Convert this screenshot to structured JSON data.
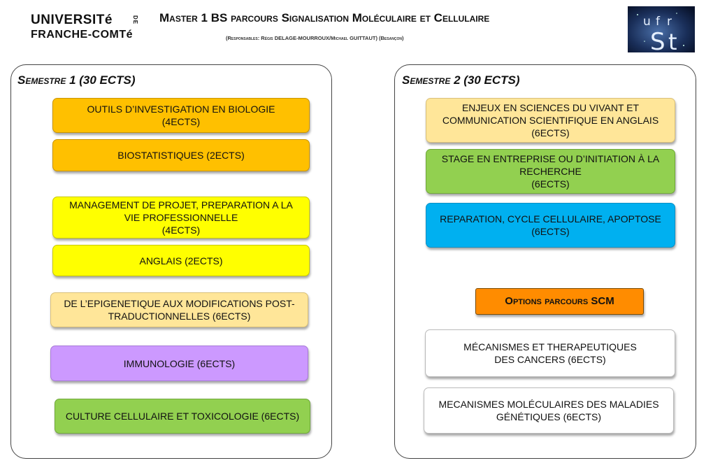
{
  "header": {
    "logo_line1": "UNIVERSITé",
    "logo_de": "DE",
    "logo_line2": "FRANCHE-COMTé",
    "title": "Master 1 BS parcours Signalisation Moléculaire et Cellulaire",
    "subtitle": "(Responsables: Régis DELAGE-MOURROUX/Michael GUITTAUT) (Besançon)",
    "ufr_logo_text": "ufrSt"
  },
  "semester1": {
    "title": "Semestre 1 (30 ECTS)",
    "courses": [
      {
        "lines": [
          "OUTILS D’INVESTIGATION EN BIOLOGIE",
          "(4ECTS)"
        ],
        "color": "#ffc000"
      },
      {
        "lines": [
          "BIOSTATISTIQUES (2ECTS)"
        ],
        "color": "#ffc000"
      },
      {
        "lines": [
          "MANAGEMENT DE PROJET, PREPARATION A LA",
          "VIE PROFESSIONNELLE",
          "(4ECTS)"
        ],
        "color": "#ffff00"
      },
      {
        "lines": [
          "ANGLAIS (2ECTS)"
        ],
        "color": "#ffff00"
      },
      {
        "lines": [
          "DE L’EPIGENETIQUE AUX MODIFICATIONS POST-",
          "TRADUCTIONNELLES (6ECTS)"
        ],
        "color": "#ffe699"
      },
      {
        "lines": [
          "IMMUNOLOGIE (6ECTS)"
        ],
        "color": "#cc99ff"
      },
      {
        "lines": [
          "CULTURE CELLULAIRE ET TOXICOLOGIE (6ECTS)"
        ],
        "color": "#92d050"
      }
    ]
  },
  "semester2": {
    "title": "Semestre 2 (30 ECTS)",
    "courses": [
      {
        "lines": [
          "ENJEUX EN SCIENCES DU VIVANT ET",
          "COMMUNICATION SCIENTIFIQUE EN ANGLAIS",
          "(6ECTS)"
        ],
        "color": "#ffe699"
      },
      {
        "lines": [
          "STAGE EN ENTREPRISE OU D’INITIATION À LA",
          "RECHERCHE",
          "(6ECTS)"
        ],
        "color": "#92d050"
      },
      {
        "lines": [
          "REPARATION, CYCLE CELLULAIRE, APOPTOSE",
          "(6ECTS)"
        ],
        "color": "#00b0f0"
      }
    ],
    "options_label": "Options parcours SCM",
    "options": [
      {
        "lines": [
          "MÉCANISMES ET THERAPEUTIQUES",
          "DES CANCERS (6ECTS)"
        ],
        "color": "#ffffff"
      },
      {
        "lines": [
          "MECANISMES MOLÉCULAIRES DES MALADIES",
          "GÉNÉTIQUES (6ECTS)"
        ],
        "color": "#ffffff"
      }
    ]
  }
}
